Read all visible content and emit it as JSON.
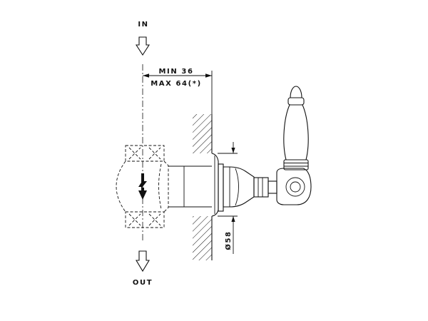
{
  "diagram": {
    "labels": {
      "inlet": "IN",
      "outlet": "OUT",
      "min_depth": "MIN 36",
      "max_depth": "MAX 64(*)",
      "rosette_diameter": "Ø58"
    },
    "colors": {
      "line": "#111111",
      "background": "#ffffff"
    }
  }
}
